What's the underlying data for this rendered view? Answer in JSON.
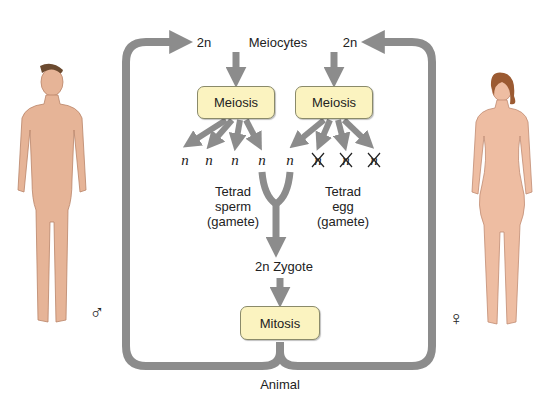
{
  "diagram": {
    "nodes": [
      {
        "text": [
          "Meiosis"
        ]
      },
      {
        "text": [
          "Meiosis"
        ]
      },
      {
        "text": [
          "Mitosis"
        ]
      }
    ],
    "labels": [
      "2n",
      "Meiocytes",
      "2n",
      "n",
      "n",
      "n",
      "n",
      "n",
      "n",
      "n",
      "n",
      "Tetrad sperm (gamete)",
      "Tetrad egg (gamete)",
      "2n Zygote",
      "♂",
      "♀",
      "Animal"
    ]
  }
}
